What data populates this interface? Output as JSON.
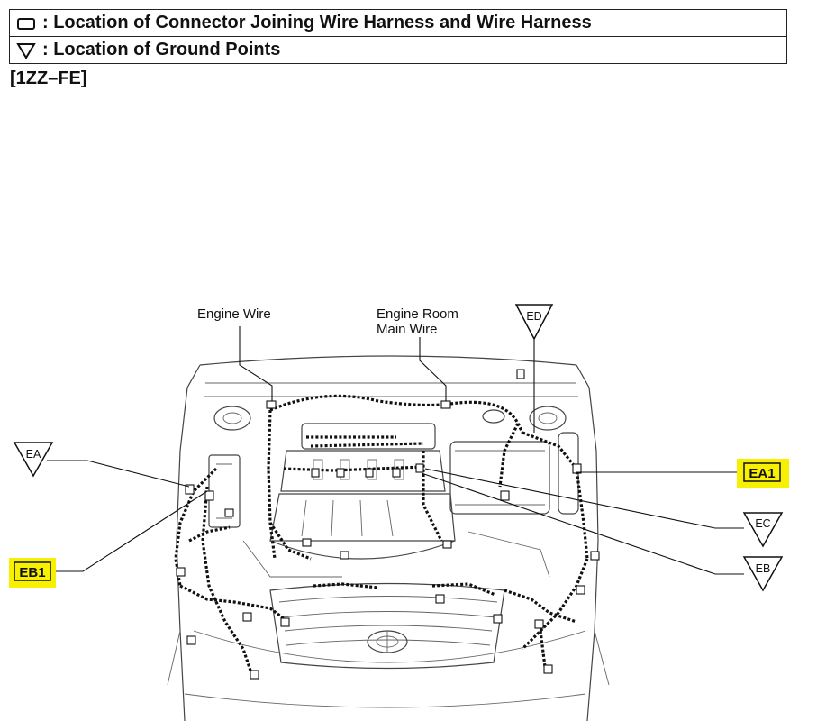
{
  "legend": {
    "connector_text": ": Location of Connector Joining Wire Harness and Wire Harness",
    "ground_text": ": Location of Ground Points"
  },
  "variant_label": "[1ZZ–FE]",
  "callouts": {
    "engine_wire": "Engine Wire",
    "engine_room_main_wire_line1": "Engine Room",
    "engine_room_main_wire_line2": "Main Wire"
  },
  "ground_points": {
    "ed": "ED",
    "ea": "EA",
    "ec": "EC",
    "eb": "EB"
  },
  "connectors": {
    "ea1": "EA1",
    "eb1": "EB1"
  },
  "highlight_color": "#f7f000"
}
